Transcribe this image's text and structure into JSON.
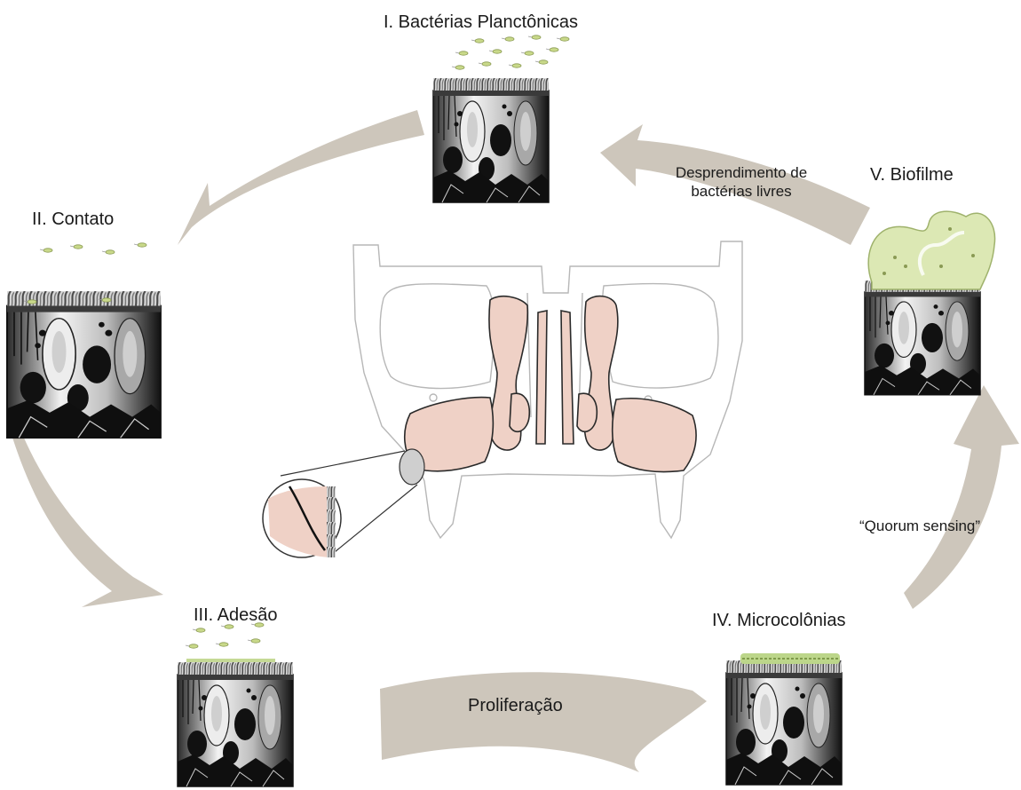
{
  "stages": [
    {
      "id": "I",
      "label": "I. Bactérias Planctônicas"
    },
    {
      "id": "II",
      "label": "II. Contato"
    },
    {
      "id": "III",
      "label": "III. Adesão"
    },
    {
      "id": "IV",
      "label": "IV. Microcolônias"
    },
    {
      "id": "V",
      "label": "V. Biofilme"
    }
  ],
  "transitions": {
    "detachment_line1": "Desprendimento de",
    "detachment_line2": "bactérias livres",
    "proliferation": "Proliferação",
    "quorum": "“Quorum sensing”"
  },
  "colors": {
    "arrow": "#cdc6bb",
    "sinus_fill": "#efd1c6",
    "tissue_dark": "#151515",
    "biofilm": "#dce8b4",
    "bacteria": "#c9d98a"
  }
}
